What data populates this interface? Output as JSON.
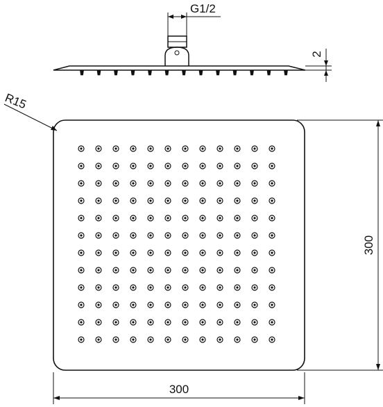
{
  "labels": {
    "thread": "G1/2",
    "thickness": "2",
    "radius": "R15",
    "width": "300",
    "height": "300"
  },
  "nozzles": {
    "rows": 12,
    "cols": 12
  },
  "side_nozzles": 13,
  "colors": {
    "line": "#111111",
    "background": "#ffffff"
  }
}
